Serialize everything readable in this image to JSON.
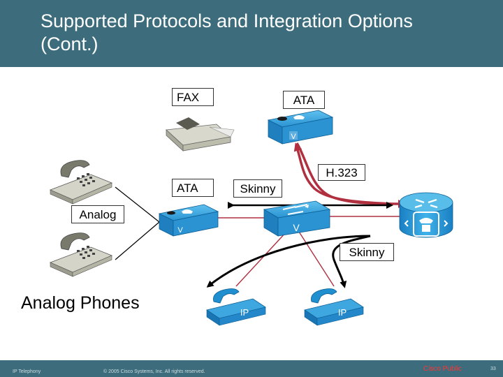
{
  "title": "Supported Protocols and Integration Options (Cont.)",
  "labels": {
    "fax": "FAX",
    "ata_top": "ATA",
    "h323": "H.323",
    "ata_mid": "ATA",
    "skinny_top": "Skinny",
    "analog": "Analog",
    "skinny_bottom": "Skinny",
    "analog_phones": "Analog Phones"
  },
  "icon_text": {
    "voice_v": "V",
    "ip": "IP"
  },
  "footer": {
    "left": "IP Telephony",
    "center": "© 2005 Cisco Systems, Inc. All rights reserved.",
    "brand": "Cisco Public",
    "page": "33"
  },
  "colors": {
    "header": "#3d6d7c",
    "device_blue": "#1f8fd0",
    "link_red": "#b03040",
    "arrow": "#000000"
  },
  "icons": [
    "fax-machine-icon",
    "ata-icon",
    "voice-router-icon",
    "switch-icon",
    "call-manager-icon",
    "analog-phone-icon",
    "ip-phone-icon"
  ]
}
